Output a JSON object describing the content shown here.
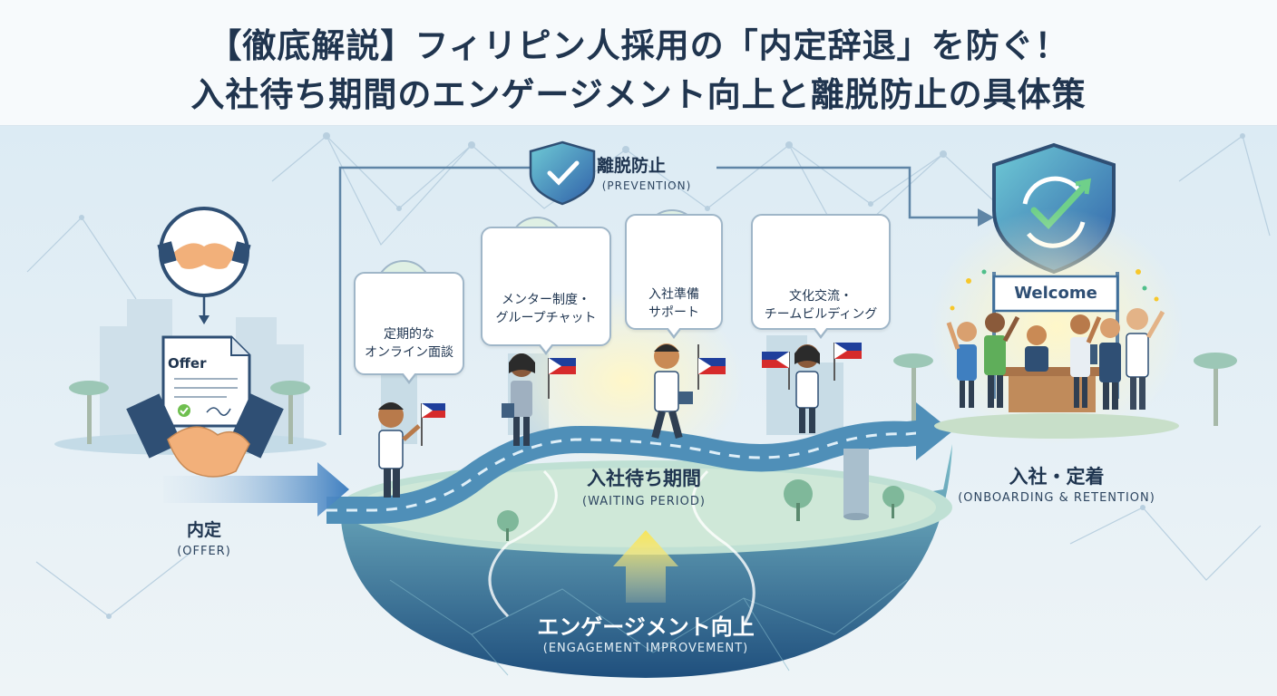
{
  "title": {
    "line1": "【徹底解説】フィリピン人採用の「内定辞退」を防ぐ！",
    "line2": "入社待ち期間のエンゲージメント向上と離脱防止の具体策"
  },
  "stages": {
    "offer": {
      "jp": "内定",
      "en": "(OFFER)",
      "document_text": "Offer"
    },
    "waiting": {
      "jp": "入社待ち期間",
      "en": "(WAITING PERIOD)"
    },
    "onboarding": {
      "jp": "入社・定着",
      "en": "(ONBOARDING & RETENTION)",
      "banner_text": "Welcome"
    },
    "engagement": {
      "jp": "エンゲージメント向上",
      "en": "(ENGAGEMENT IMPROVEMENT)"
    },
    "prevention": {
      "jp": "離脱防止",
      "en": "(PREVENTION)"
    }
  },
  "measures": [
    {
      "line1": "定期的な",
      "line2": "オンライン面談",
      "icon": "video-call-icon"
    },
    {
      "line1": "メンター制度・",
      "line2": "グループチャット",
      "icon": "chat-icon"
    },
    {
      "line1": "入社準備",
      "line2": "サポート",
      "icon": "checklist-icon"
    },
    {
      "line1": "文化交流・",
      "line2": "チームビルディング",
      "icon": "team-video-icon"
    }
  ],
  "colors": {
    "navy": "#20354f",
    "accent_blue": "#2f6fb0",
    "accent_green": "#6fbf4f",
    "road": "#4f8fb8",
    "flag_blue": "#1f3f9c",
    "flag_red": "#d62b2b",
    "flag_yellow": "#f7c72a"
  }
}
